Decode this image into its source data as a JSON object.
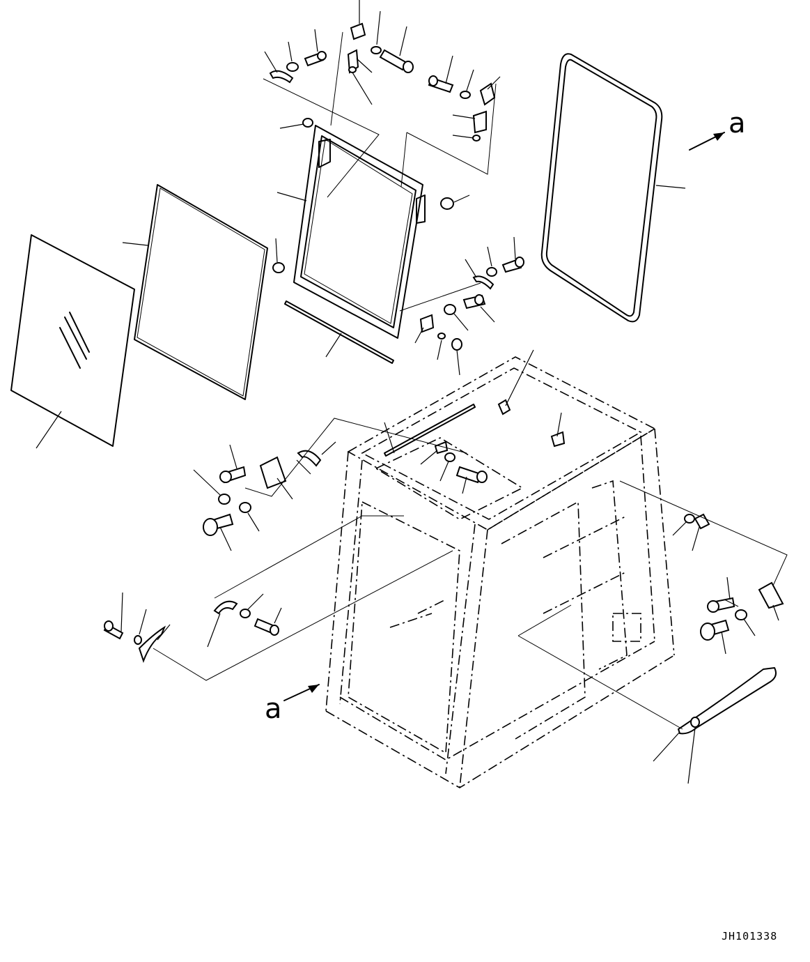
{
  "view_labels": {
    "top_right": "a",
    "bottom_left": "a"
  },
  "drawing_code": "JH101338"
}
